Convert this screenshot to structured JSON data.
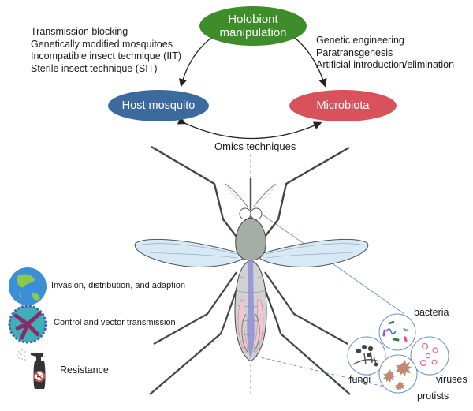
{
  "diagram": {
    "nodes": {
      "holobiont": [
        "Holobiont",
        "manipulation"
      ],
      "host": "Host mosquito",
      "microbiota": "Microbiota"
    },
    "host_strategies": [
      "Transmission blocking",
      "Genetically modified mosquitoes",
      "Incompatible insect technique (IIT)",
      "Sterile insect technique (SIT)"
    ],
    "microbiota_strategies": [
      "Genetic engineering",
      "Paratransgenesis",
      "Artificial introduction/elimination"
    ],
    "link_label": "Omics techniques",
    "research_areas": [
      {
        "icon": "globe-icon",
        "label": "Invasion, distribution, and adaption"
      },
      {
        "icon": "virus-particle-icon",
        "label": "Control and vector transmission"
      },
      {
        "icon": "spray-bottle-icon",
        "label": "Resistance"
      }
    ],
    "microbe_groups": [
      "bacteria",
      "fungi",
      "viruses",
      "protists"
    ],
    "colors": {
      "holobiont": "#3f8c2b",
      "host": "#3d6a9e",
      "microbiota": "#d9525b",
      "wing": "#d6e9f5",
      "gut": "#8f8fd6",
      "ovary": "#f3c6d2"
    }
  }
}
